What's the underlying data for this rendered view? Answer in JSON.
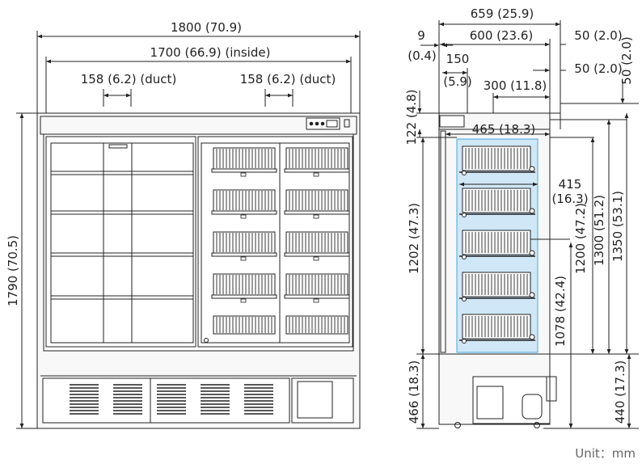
{
  "front_view": {
    "width_overall": "1800 (70.9)",
    "width_inside": "1700 (66.9) (inside)",
    "duct_left": "158 (6.2) (duct)",
    "duct_right": "158 (6.2) (duct)",
    "height_overall": "1790 (70.5)"
  },
  "side_view": {
    "depth_overall": "659 (25.9)",
    "depth_cabinet": "600 (23.6)",
    "back_gap_top": "50 (2.0)",
    "back_gap_second": "50 (2.0)",
    "right_gap_vertical": "50 (2.0)",
    "door_thickness_value": "9",
    "door_thickness_inch": "(0.4)",
    "offset_150_value": "150",
    "offset_150_inch": "(5.9)",
    "shelf_depth": "300 (11.8)",
    "top_height": "122 (4.8)",
    "inside_depth": "465 (18.3)",
    "shelf_width_value": "415",
    "shelf_width_inch": "(16.3)",
    "inside_height": "1202 (47.3)",
    "height_1200": "1200 (47.2)",
    "height_1300": "1300 (51.2)",
    "height_1350": "1350 (53.1)",
    "height_1078": "1078 (42.4)",
    "base_height": "466 (18.3)",
    "base_right": "440 (17.3)"
  },
  "unit_label": "Unit：mm",
  "colors": {
    "line": "#222222",
    "cabinet_fill": "#f4f4f4",
    "interior_blue": "#cfe7f7",
    "interior_blue_edge": "#4aa6de"
  }
}
